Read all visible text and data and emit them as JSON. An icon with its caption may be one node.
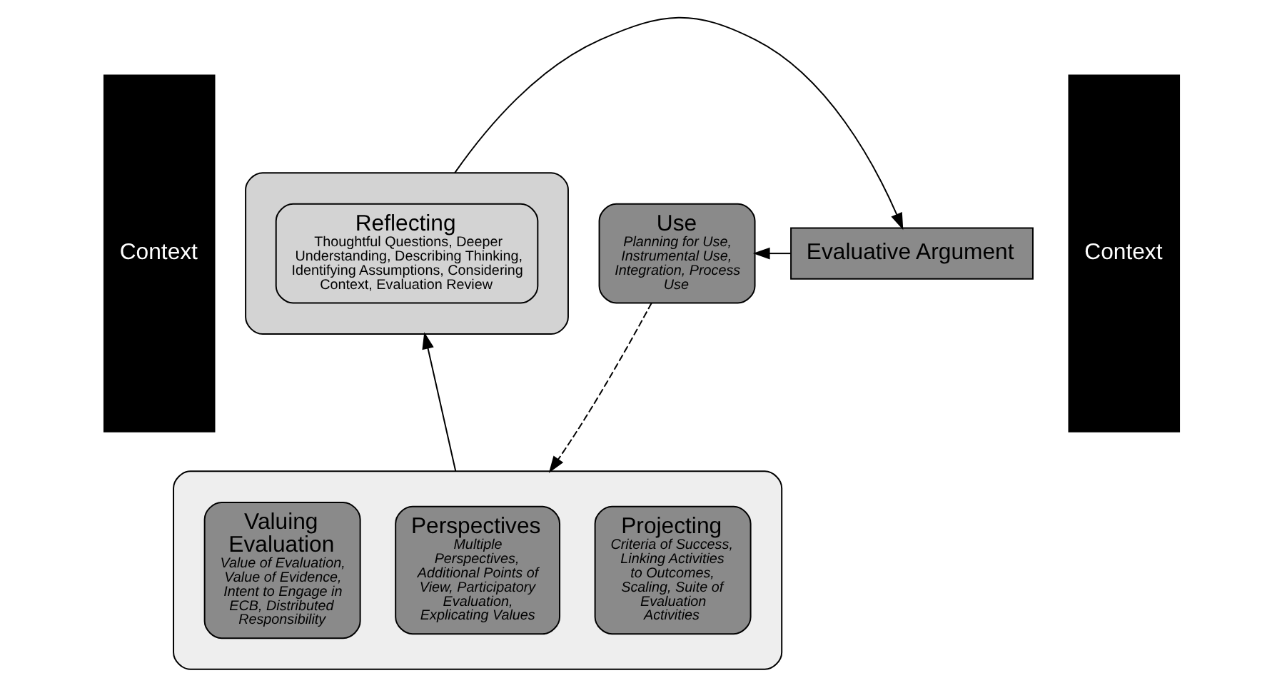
{
  "diagram": {
    "nodes": [
      {
        "text": [],
        "shape": "box"
      },
      {
        "text": [
          "Reflecting",
          "Thoughtful Questions, Deeper Understanding, Describing Thinking, Identifying Assumptions, Considering Context, Evaluation Review"
        ],
        "in": 0
      },
      {
        "text": [
          "Evaluative Argument"
        ]
      },
      {
        "text": [
          "Use",
          "Planning for Use, Instrumental Use, Integration, Process Use"
        ]
      },
      {
        "text": [],
        "shape": "box"
      },
      {
        "text": [
          "Projecting",
          "Criteria of Success, Linking Activities to Outcomes, Scaling, Suite of Evaluation Activities"
        ],
        "in": 4
      },
      {
        "text": [
          "Perspectives",
          "Multiple Perspectives, Additional Points of View, Participatory Evaluation, Explicating Values"
        ],
        "in": 4
      },
      {
        "text": [
          "Valuing Evaluation",
          "Value of Evaluation, Value of Evidence, Intent to Engage in ECB, Distributed Responsibility"
        ],
        "in": 4
      },
      {
        "text": [
          "Context"
        ]
      },
      {
        "text": [
          "Context"
        ]
      }
    ],
    "edges": [
      {
        "from": 0,
        "to": 2,
        "arrow": "to"
      },
      {
        "from": 2,
        "to": 3,
        "arrow": "to"
      },
      {
        "from": 3,
        "to": 4,
        "arrow": "to",
        "style": "dashed"
      },
      {
        "from": 4,
        "to": 0,
        "arrow": "to"
      }
    ]
  }
}
